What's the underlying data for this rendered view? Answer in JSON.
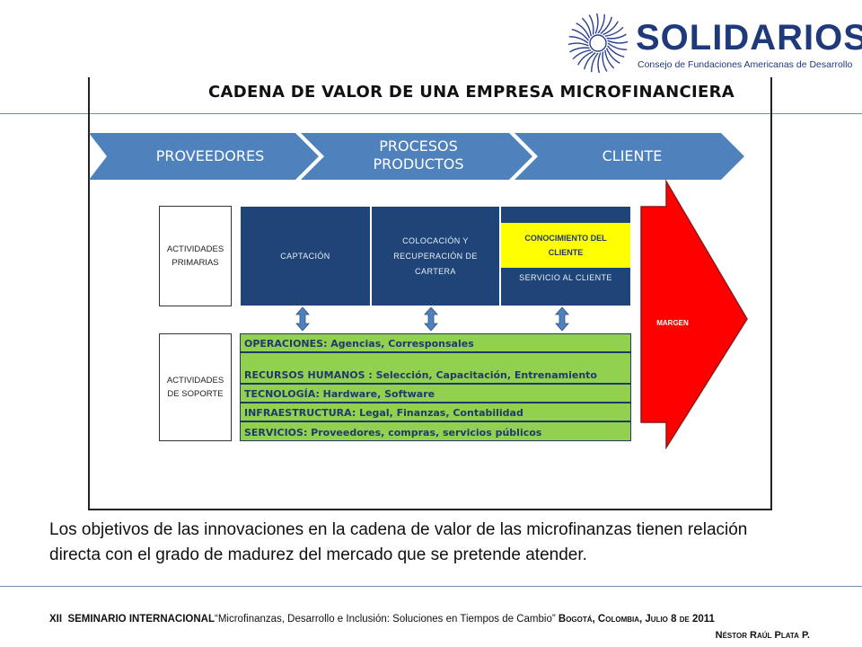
{
  "logo": {
    "name": "SOLIDARIOS",
    "subtitle": "Consejo de Fundaciones Americanas de Desarrollo",
    "color": "#1f3a7a"
  },
  "slide": {
    "title": "CADENA DE VALOR DE UNA EMPRESA MICROFINANCIERA"
  },
  "chevrons": [
    {
      "label": "PROVEEDORES"
    },
    {
      "label_line1": "PROCESOS",
      "label_line2": "PRODUCTOS"
    },
    {
      "label": "CLIENTE"
    }
  ],
  "primary": {
    "side_label_line1": "ACTIVIDADES",
    "side_label_line2": "PRIMARIAS",
    "captacion": "CAPTACIÓN",
    "colocacion_line1": "COLOCACIÓN  Y",
    "colocacion_line2": "RECUPERACIÓN DE",
    "colocacion_line3": "CARTERA",
    "conocimiento_line1": "CONOCIMIENTO DEL",
    "conocimiento_line2": "CLIENTE",
    "servicio": "SERVICIO AL CLIENTE"
  },
  "support": {
    "side_label_line1": "ACTIVIDADES",
    "side_label_line2": "DE SOPORTE",
    "rows": [
      "OPERACIONES: Agencias, Corresponsales",
      "RECURSOS HUMANOS : Selección, Capacitación, Entrenamiento",
      "TECNOLOGÍA: Hardware, Software",
      "INFRAESTRUCTURA: Legal, Finanzas, Contabilidad",
      "SERVICIOS: Proveedores, compras, servicios públicos"
    ]
  },
  "margen": "MARGEN",
  "body_text": "Los objetivos de las innovaciones en la cadena de valor de las microfinanzas tienen relación directa con el grado de madurez del mercado que se pretende atender.",
  "footer": {
    "event_prefix": "XII",
    "event_name": "SEMINARIO INTERNACIONAL",
    "event_subtitle": "“Microfinanzas, Desarrollo e Inclusión: Soluciones en Tiempos de Cambio”",
    "location": "Bogotá, Colombia, Julio 8 de 2011",
    "author": "Néstor Raúl Plata P."
  },
  "colors": {
    "chevron_blue": "#4f81bd",
    "primary_navy": "#1f4477",
    "support_green": "#92d050",
    "highlight_yellow": "#ffff00",
    "margen_red": "#ff0000"
  }
}
